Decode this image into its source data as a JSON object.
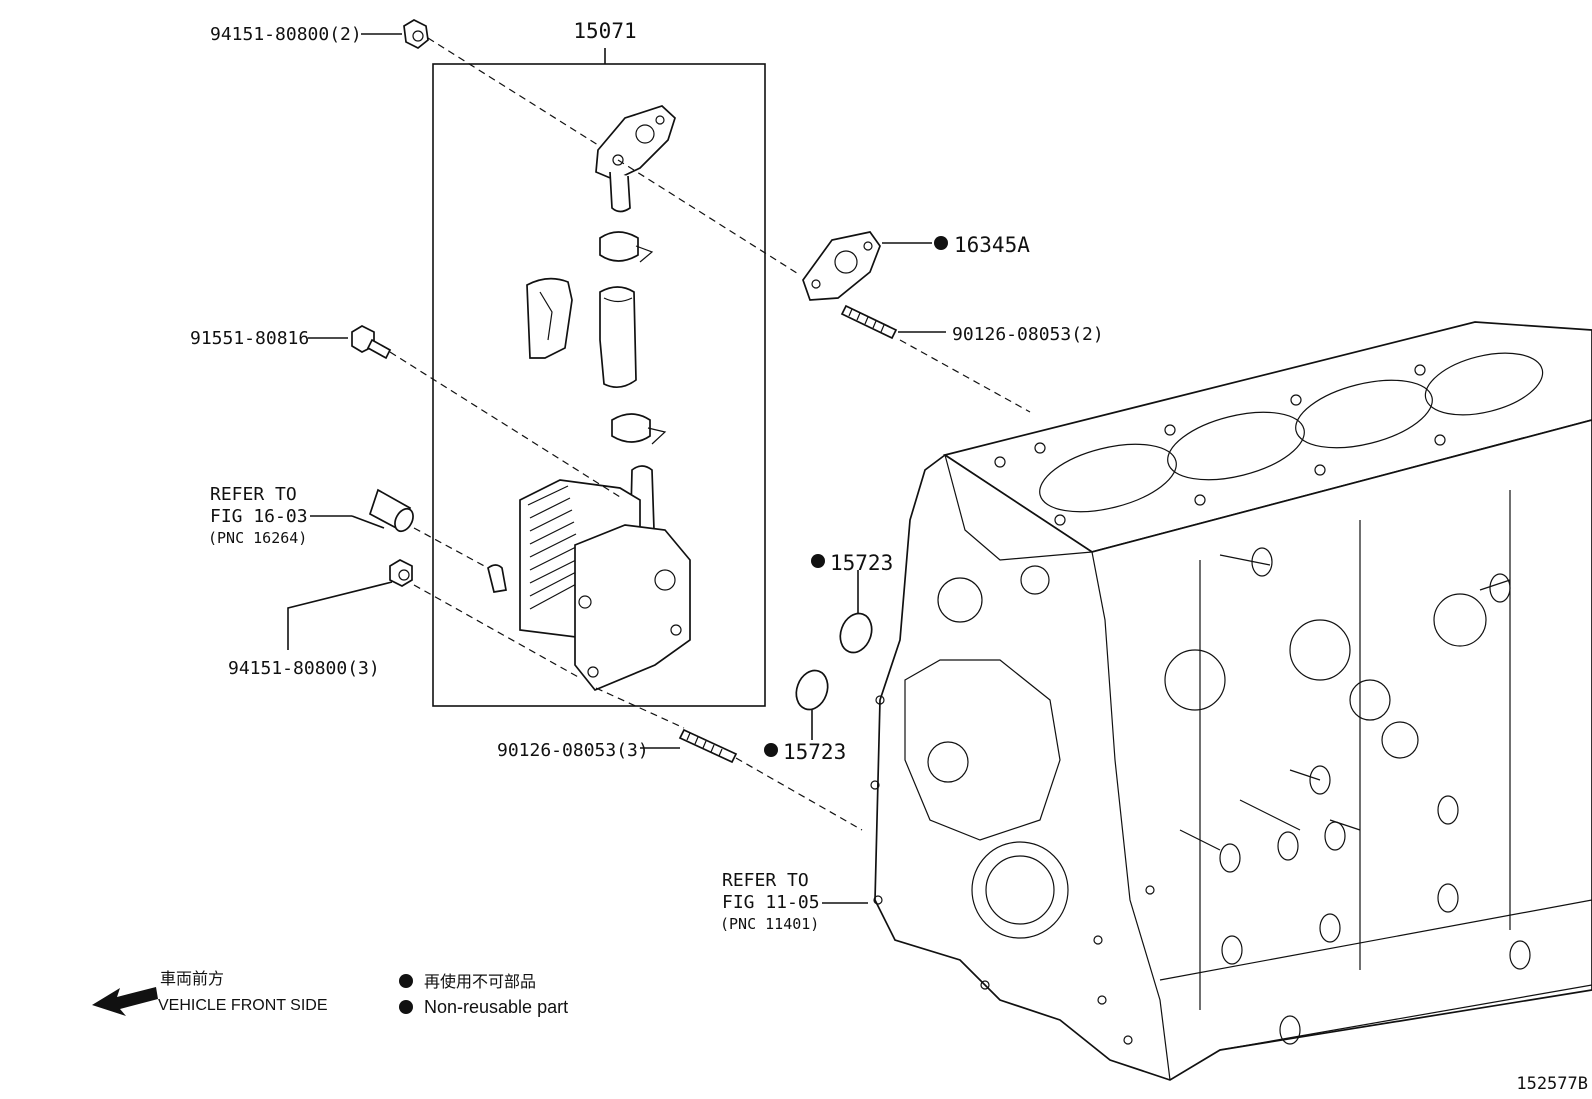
{
  "callouts": {
    "p15071": "15071",
    "p94151_top": "94151-80800(2)",
    "p16345A": "16345A",
    "p90126_upper": "90126-08053(2)",
    "p91551": "91551-80816",
    "refer_16_line1": "REFER TO",
    "refer_16_line2": "FIG 16-03",
    "refer_16_line3": "(PNC 16264)",
    "p94151_bottom": "94151-80800(3)",
    "p15723_upper": "15723",
    "p15723_lower": "15723",
    "p90126_lower": "90126-08053(3)",
    "refer_11_line1": "REFER TO",
    "refer_11_line2": "FIG 11-05",
    "refer_11_line3": "(PNC 11401)"
  },
  "legend": {
    "front_jp": "車両前方",
    "front_en": "VEHICLE FRONT SIDE",
    "nonreusable_jp": "再使用不可部品",
    "nonreusable_en": "Non-reusable part"
  },
  "figure_id": "152577B"
}
